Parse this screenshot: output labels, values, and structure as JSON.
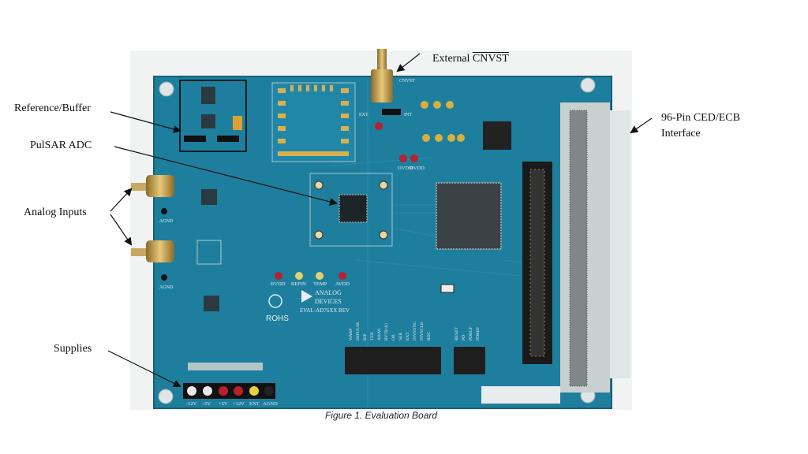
{
  "callouts": {
    "reference_buffer": "Reference/Buffer",
    "pulsar_adc": "PulSAR ADC",
    "analog_inputs": "Analog Inputs",
    "supplies": "Supplies",
    "external_prefix": "External",
    "external_signal": "CNVST",
    "interface_line1": "96-Pin CED/ECB",
    "interface_line2": "Interface"
  },
  "caption": "Figure 1. Evaluation Board",
  "board_silkscreen": {
    "brand_line1": "ANALOG",
    "brand_line2": "DEVICES",
    "model": "EVAL-AD76XX REV",
    "rohs": "ROHS",
    "connector_label": "CNVST",
    "ext_int": [
      "EXT",
      "INT"
    ],
    "tp_upper": [
      "OVDD",
      "DVDD"
    ],
    "tp_middle": [
      "BVDD",
      "REFIN",
      "TEMP",
      "AVDD"
    ],
    "tp_left": [
      "AGND",
      "AGND"
    ],
    "supply_points": [
      "-12V",
      "-5V",
      "+5V",
      "+12V",
      "EXT",
      "AGND"
    ],
    "switch_labels": [
      "WARP",
      "IMPULSE",
      "BIP",
      "TEN",
      "A0/A0",
      "BYTE/A1",
      "OB",
      "SER",
      "EXT",
      "INVSYNC",
      "INVSCLK",
      "RDC"
    ],
    "switch2_labels": [
      "RESET",
      "PD",
      "PDBUF",
      "PDREF"
    ]
  },
  "colors": {
    "board": "#1e7e9e",
    "arrow": "#111111"
  }
}
